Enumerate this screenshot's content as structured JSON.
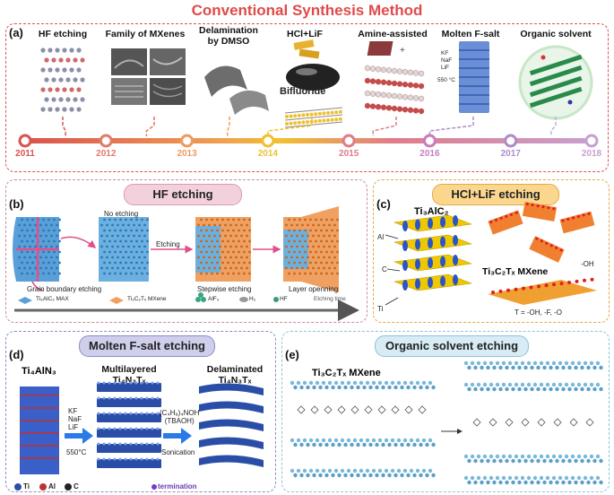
{
  "title": "Conventional Synthesis Method",
  "panel_a": {
    "label": "(a)",
    "methods": [
      {
        "name": "HF etching",
        "color": "#d9534f"
      },
      {
        "name": "Family of MXenes",
        "color": "#e8745a"
      },
      {
        "name": "Delamination",
        "name2": "by DMSO",
        "color": "#f0a050"
      },
      {
        "name": "HCl+LiF",
        "color": "#f0c030"
      },
      {
        "name": "Amine-assisted",
        "color": "#e07b8a"
      },
      {
        "name": "Molten F-salt",
        "color": "#b08bc8"
      },
      {
        "name": "Organic solvent",
        "color": "#b5b5dc"
      }
    ],
    "bifluoride": "Bifluoride",
    "salt_list": [
      "KF",
      "NaF",
      "LiF"
    ],
    "temp": "550 °C",
    "years": [
      {
        "label": "2011",
        "color": "#d9534f"
      },
      {
        "label": "2012",
        "color": "#e07b6a"
      },
      {
        "label": "2013",
        "color": "#f09a60"
      },
      {
        "label": "2014",
        "color": "#f0c030"
      },
      {
        "label": "2015",
        "color": "#e07b8a"
      },
      {
        "label": "2016",
        "color": "#c77dc0"
      },
      {
        "label": "2017",
        "color": "#b08bc8"
      },
      {
        "label": "2018",
        "color": "#c8a0d0"
      }
    ]
  },
  "panel_b": {
    "label": "(b)",
    "pill": "HF etching",
    "no_etching": "No etching",
    "etching": "Etching",
    "grain": "Grain boundary etching",
    "stepwise": "Stepwise etching",
    "layer": "Layer openning",
    "legend": [
      "Ti₃AlC₂ MAX",
      "Ti₃C₂Tₓ MXene",
      "AlF₃",
      "H₂",
      "HF"
    ],
    "time": "Etching time"
  },
  "panel_c": {
    "label": "(c)",
    "pill": "HCl+LiF etching",
    "max": "Ti₃AlC₂",
    "mxene": "Ti₃C₂Tₓ MXene",
    "atoms": [
      "Al",
      "C",
      "Ti"
    ],
    "oh": "-OH",
    "t_note": "T = -OH, -F, -O"
  },
  "panel_d": {
    "label": "(d)",
    "pill": "Molten F-salt etching",
    "start": "Ti₄AlN₃",
    "multi": [
      "Multilayered",
      "Ti₄N₃Tₓ"
    ],
    "delam": [
      "Delaminated",
      "Ti₄N₃Tₓ"
    ],
    "salts": [
      "KF",
      "NaF",
      "LiF"
    ],
    "temp": "550°C",
    "reagent": [
      "(C₄H₉)₄NOH",
      "(TBAOH)"
    ],
    "sonication": "Sonication",
    "legend": [
      "Ti",
      "Al",
      "C",
      "termination"
    ]
  },
  "panel_e": {
    "label": "(e)",
    "pill": "Organic solvent etching",
    "mxene": "Ti₃C₂Tₓ MXene"
  }
}
